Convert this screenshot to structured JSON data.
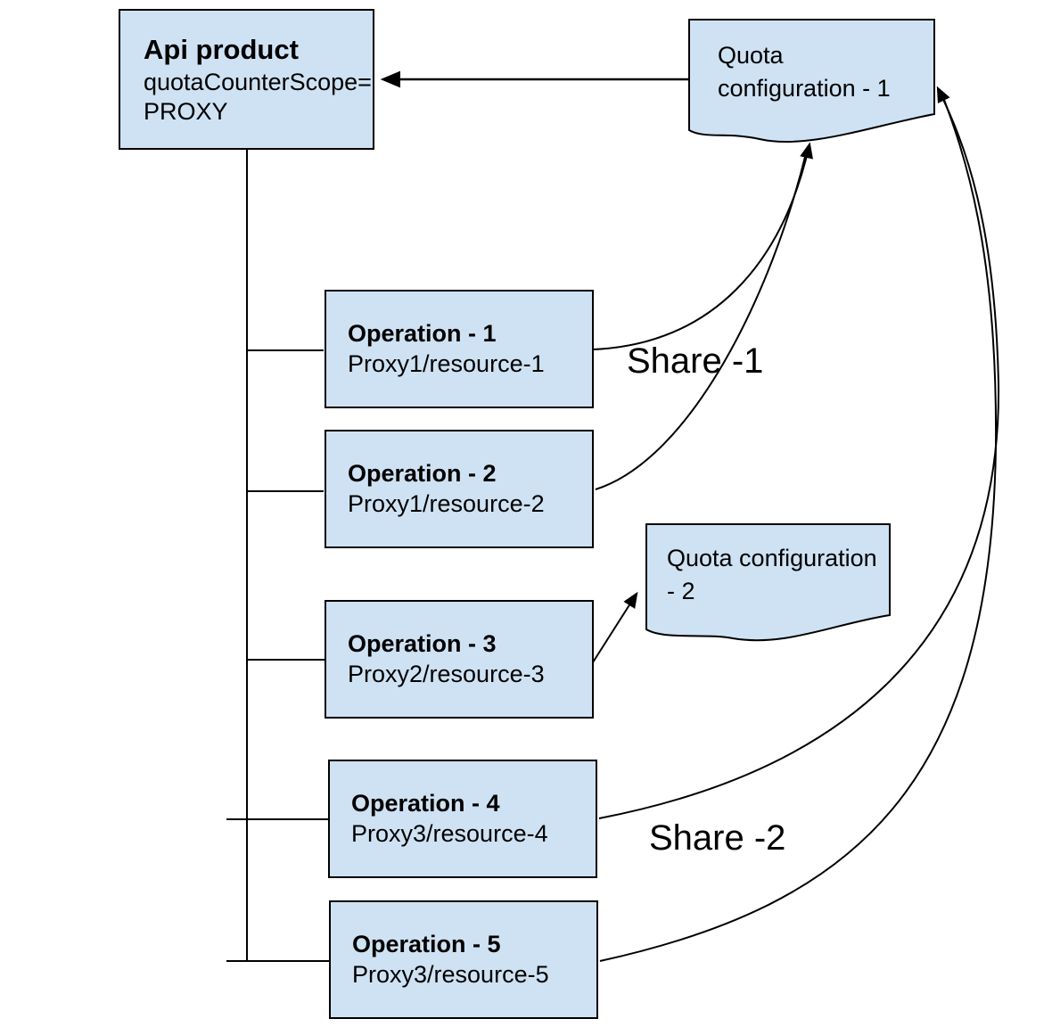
{
  "diagram": {
    "api_product": {
      "title": "Api product",
      "scope_line1": "quotaCounterScope=",
      "scope_line2": "PROXY"
    },
    "operations": [
      {
        "title": "Operation - 1",
        "path": "Proxy1/resource-1"
      },
      {
        "title": "Operation - 2",
        "path": "Proxy1/resource-2"
      },
      {
        "title": "Operation - 3",
        "path": "Proxy2/resource-3"
      },
      {
        "title": "Operation - 4",
        "path": "Proxy3/resource-4"
      },
      {
        "title": "Operation - 5",
        "path": "Proxy3/resource-5"
      }
    ],
    "quota_configs": [
      {
        "label": "Quota configuration - 1"
      },
      {
        "label": "Quota configuration - 2"
      }
    ],
    "share_labels": [
      "Share -1",
      "Share -2"
    ],
    "colors": {
      "node_fill": "#cfe2f3",
      "node_border": "#000000",
      "connector": "#000000",
      "background": "#ffffff"
    }
  }
}
